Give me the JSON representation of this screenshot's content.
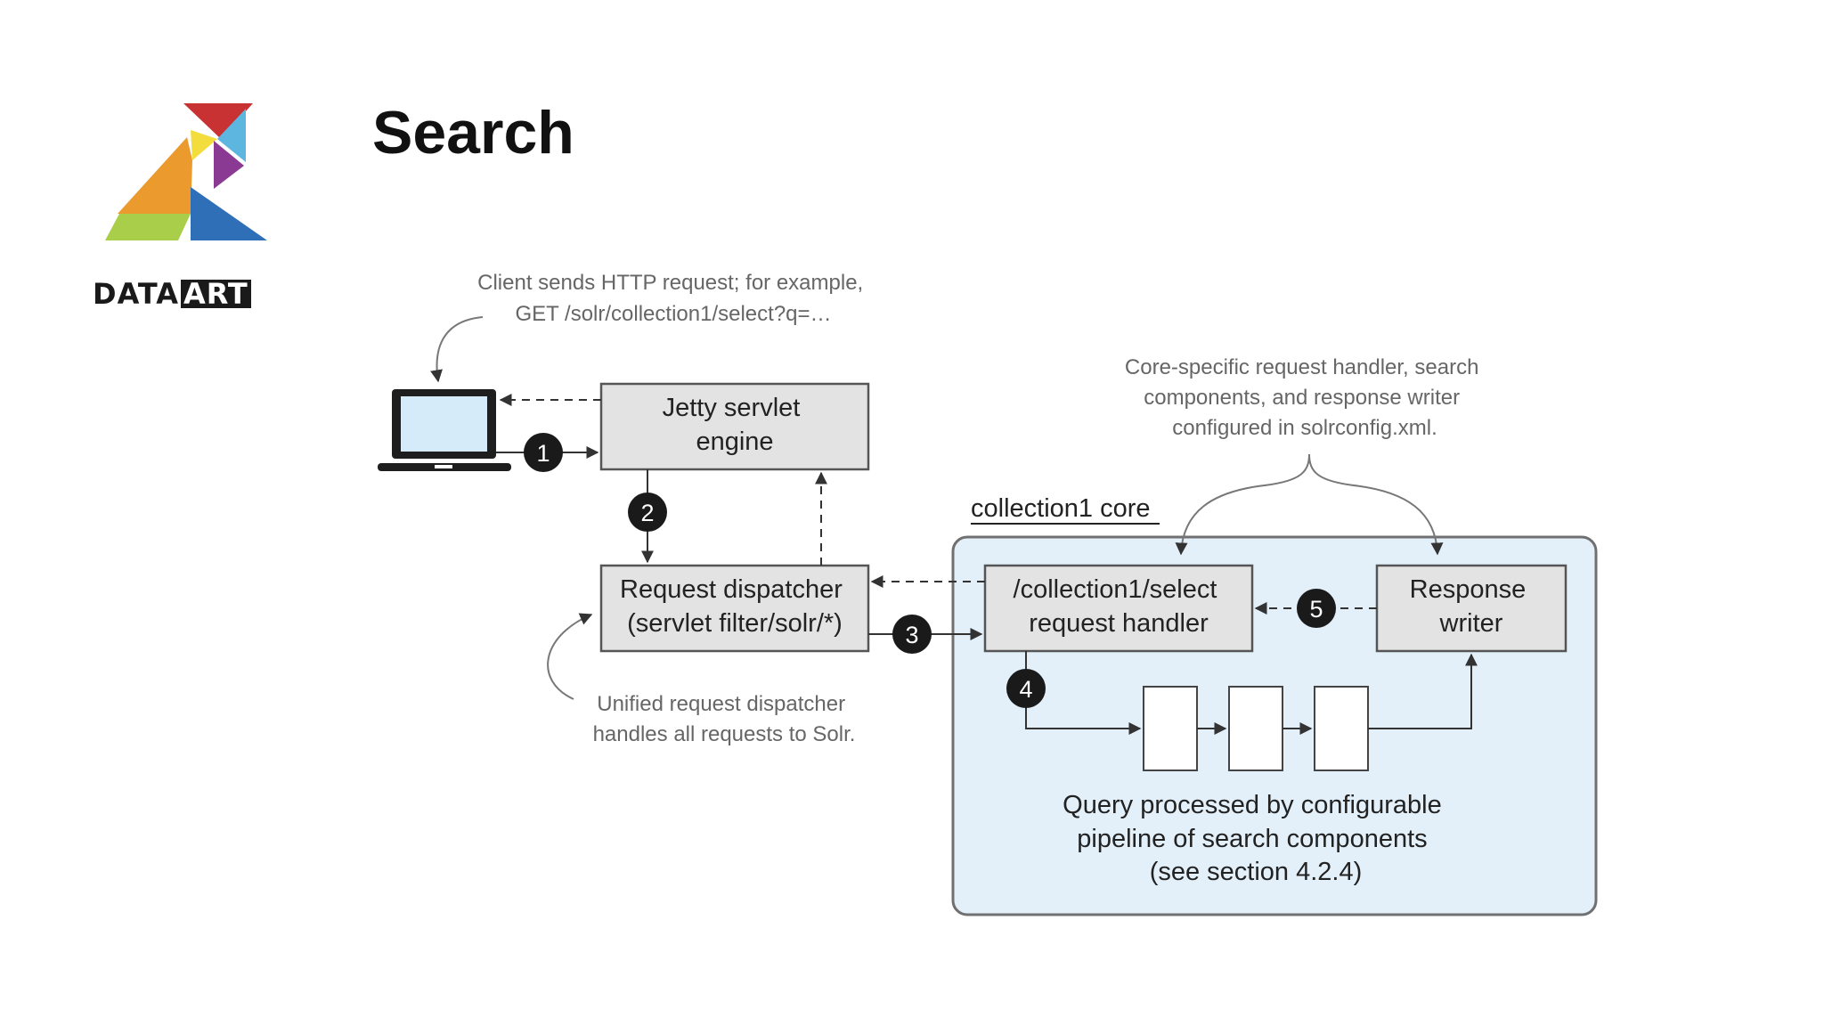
{
  "slide": {
    "title": "Search",
    "logo": {
      "text_a": "DATA",
      "text_b": "ART"
    }
  },
  "diagram": {
    "client_note": [
      "Client sends HTTP request; for example,",
      "GET /solr/collection1/select?q=…"
    ],
    "jetty": [
      "Jetty servlet",
      "engine"
    ],
    "dispatcher": [
      "Request dispatcher",
      "(servlet filter/solr/*)"
    ],
    "dispatcher_note": [
      "Unified request dispatcher",
      "handles all requests to Solr."
    ],
    "core_note": [
      "Core-specific request handler, search",
      "components, and response writer",
      "configured in solrconfig.xml."
    ],
    "core_label": "collection1 core",
    "handler": [
      "/collection1/select",
      "request handler"
    ],
    "writer": [
      "Response",
      "writer"
    ],
    "pipeline_note": [
      "Query processed by configurable",
      "pipeline of search components",
      "(see section 4.2.4)"
    ],
    "steps": [
      "1",
      "2",
      "3",
      "4",
      "5"
    ]
  },
  "colors": {
    "box_fill": "#e4e3e4",
    "box_stroke": "#555555",
    "core_fill": "#e3f0fa",
    "core_stroke": "#707070",
    "badge": "#1a1a1a",
    "note_text": "#666666",
    "laptop_screen": "#d6ebfa"
  }
}
